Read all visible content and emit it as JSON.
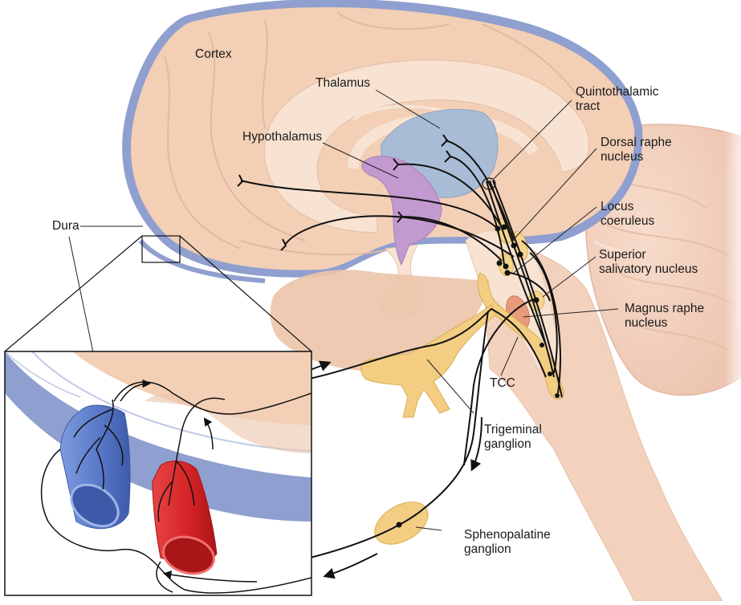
{
  "figure": {
    "title": "Trigeminovascular and parasympathetic pathways in headache",
    "colors": {
      "brain_tissue": "#f2cfb5",
      "brain_light": "#f8e3d2",
      "dura": "#8f9fcf",
      "thalamus": "#a9bcd6",
      "hypothalamus": "#c39ad0",
      "ganglion": "#f2cd82",
      "nucleus": "#f5d58e",
      "magnus_raphe": "#e89a7a",
      "vein": "#5878c8",
      "artery": "#d8282a",
      "nerve_line": "#111111",
      "label_text": "#1a1a1a"
    },
    "labels": {
      "cortex": "Cortex",
      "thalamus": "Thalamus",
      "hypothalamus": "Hypothalamus",
      "dura": "Dura",
      "quintothalamic_tract": [
        "Quintothalamic",
        "tract"
      ],
      "dorsal_raphe_nucleus": [
        "Dorsal raphe",
        "nucleus"
      ],
      "locus_coeruleus": [
        "Locus",
        "coeruleus"
      ],
      "superior_salivatory_nucleus": [
        "Superior",
        "salivatory nucleus"
      ],
      "magnus_raphe_nucleus": [
        "Magnus raphe",
        "nucleus"
      ],
      "tcc": "TCC",
      "trigeminal_ganglion": [
        "Trigeminal",
        "ganglion"
      ],
      "sphenopalatine_ganglion": [
        "Sphenopalatine",
        "ganglion"
      ]
    },
    "inset": {
      "description": "Magnified view of dura with meningeal vessels",
      "vessels": [
        "vein",
        "artery"
      ]
    }
  }
}
